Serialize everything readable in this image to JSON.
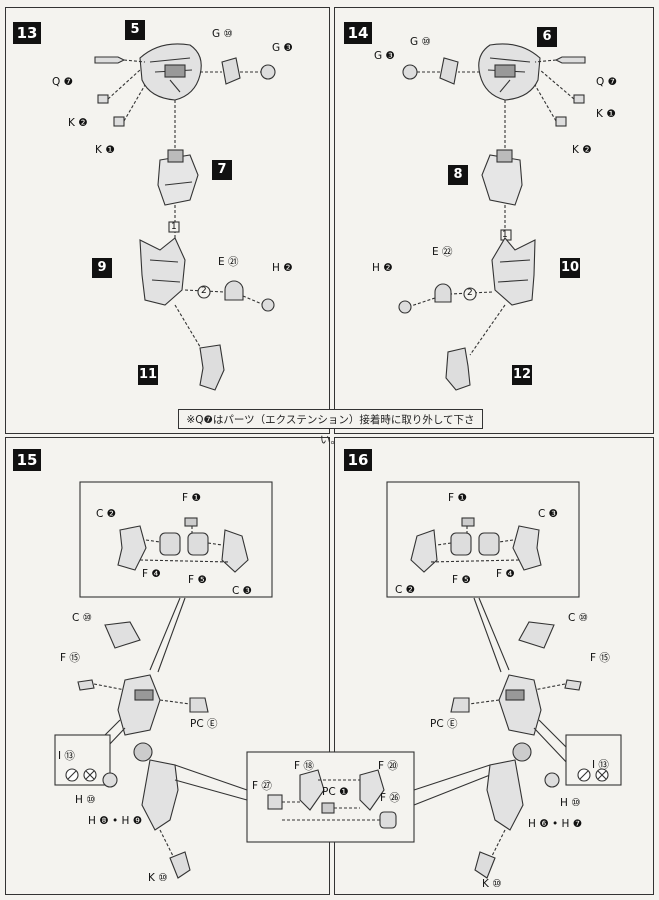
{
  "steps": {
    "s13": "13",
    "s14": "14",
    "s15": "15",
    "s16": "16"
  },
  "parts13": {
    "n5": "5",
    "n7": "7",
    "n9": "9",
    "n11": "11",
    "g10": "G ⑩",
    "g3": "G ❸",
    "q7": "Q ❼",
    "k2": "K ❷",
    "k1": "K ❶",
    "e21": "E ㉑",
    "h2": "H ❷",
    "c1": "1",
    "c2": "2"
  },
  "parts14": {
    "n6": "6",
    "n8": "8",
    "n10": "10",
    "n12": "12",
    "g10": "G ⑩",
    "g3": "G ❸",
    "q7": "Q ❼",
    "k1": "K ❶",
    "k2": "K ❷",
    "e22": "E ㉒",
    "h2": "H ❷",
    "c1": "1",
    "c2": "2"
  },
  "note": "※Q❼はパーツ（エクステンション）接着時に取り外して下さい。",
  "parts15": {
    "f1": "F ❶",
    "c2": "C ❷",
    "f4": "F ❹",
    "f5": "F ❺",
    "c3": "C ❸",
    "c10": "C ⑩",
    "f15": "F ⑮",
    "pce": "PC Ⓔ",
    "i13": "I ⑬",
    "h10": "H ⑩",
    "h89": "H ❽ • H ❾",
    "k10": "K ⑩"
  },
  "parts16": {
    "f1": "F ❶",
    "c3": "C ❸",
    "c2": "C ❷",
    "f5": "F ❺",
    "f4": "F ❹",
    "c10": "C ⑩",
    "f15": "F ⑮",
    "pce": "PC Ⓔ",
    "i13": "I ⑬",
    "h10": "H ⑩",
    "h67": "H ❻ • H ❼",
    "k10": "K ⑩"
  },
  "shared": {
    "f18": "F ⑱",
    "f20": "F ⑳",
    "f27": "F ㉗",
    "pc1": "PC ❶",
    "f26": "F ㉖"
  }
}
